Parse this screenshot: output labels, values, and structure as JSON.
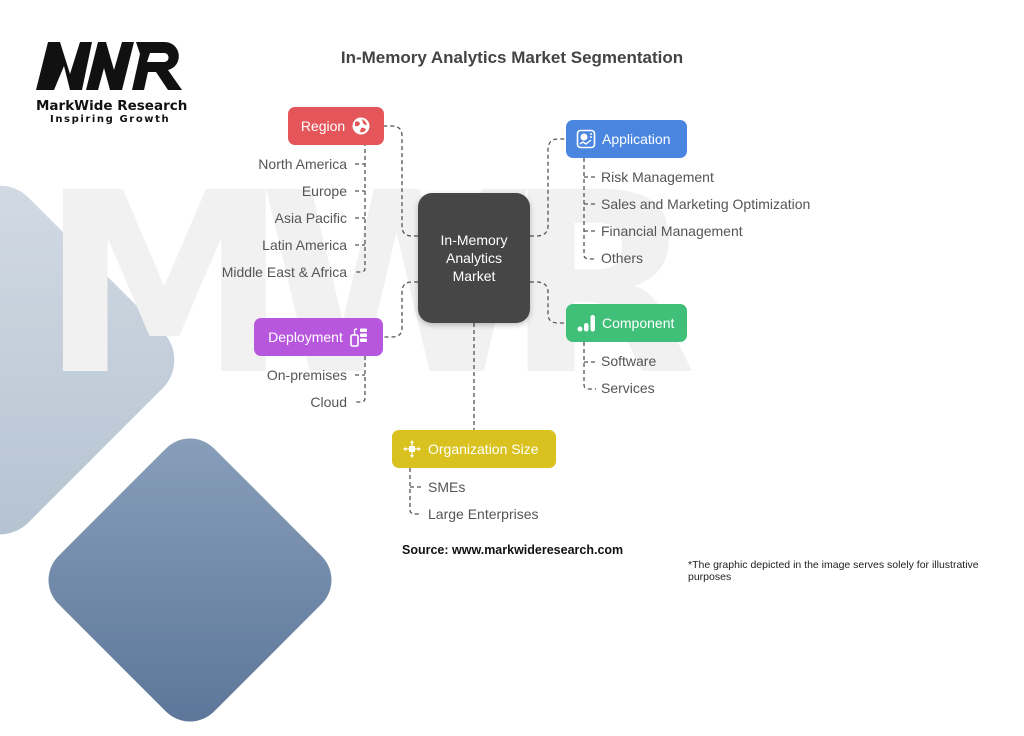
{
  "brand": {
    "logo_mark": "MWR",
    "name": "MarkWide Research",
    "tagline": "Inspiring Growth"
  },
  "title": "In-Memory Analytics Market Segmentation",
  "center": {
    "lines": [
      "In-Memory",
      "Analytics",
      "Market"
    ],
    "color": "#464646"
  },
  "segments": [
    {
      "id": "region",
      "label": "Region",
      "icon": "globe-icon",
      "color": "#e5565a",
      "items": [
        "North America",
        "Europe",
        "Asia Pacific",
        "Latin America",
        "Middle East & Africa"
      ]
    },
    {
      "id": "application",
      "label": "Application",
      "icon": "dashboard-chart-icon",
      "color": "#4a86e0",
      "items": [
        "Risk Management",
        "Sales and Marketing Optimization",
        "Financial Management",
        "Others"
      ]
    },
    {
      "id": "deployment",
      "label": "Deployment",
      "icon": "mobile-server-icon",
      "color": "#b657dd",
      "items": [
        "On-premises",
        "Cloud"
      ]
    },
    {
      "id": "component",
      "label": "Component",
      "icon": "signal-bars-icon",
      "color": "#3fbf78",
      "items": [
        "Software",
        "Services"
      ]
    },
    {
      "id": "organization_size",
      "label": "Organization Size",
      "icon": "move-arrows-icon",
      "color": "#d9c21f",
      "items": [
        "SMEs",
        "Large Enterprises"
      ]
    }
  ],
  "footer": {
    "source": "Source: www.markwideresearch.com",
    "disclaimer": "*The graphic depicted in the image serves solely for illustrative purposes"
  }
}
